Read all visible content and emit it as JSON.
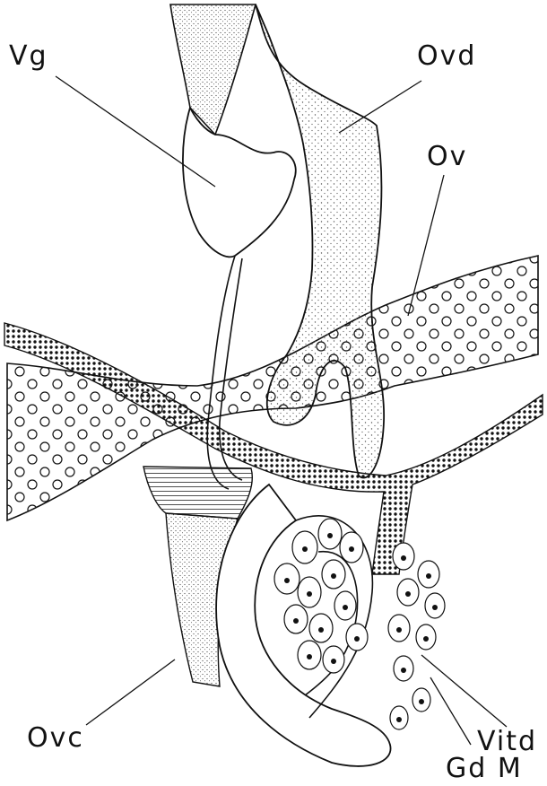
{
  "figure": {
    "labels": {
      "vg": "Vg",
      "ovd": "Ovd",
      "ov": "Ov",
      "ovc": "Ovc",
      "vitd": "Vitd",
      "gdm": "Gd M"
    },
    "colors": {
      "ink": "#111111",
      "stipple": "#555555",
      "background": "#ffffff"
    }
  }
}
